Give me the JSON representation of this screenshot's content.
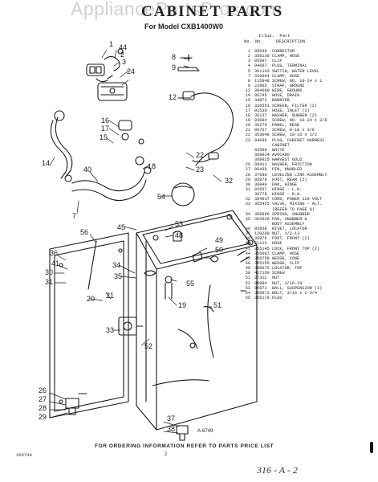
{
  "watermark": "AppliancePartsPros.com",
  "title": "CABINET PARTS",
  "subtitle": "For Model CXB1400W0",
  "parts_header": {
    "illus_label": "Illus.",
    "part_label": "Part",
    "no_label": "No.",
    "no2_label": "No.",
    "description_label": "DESCRIPTION"
  },
  "parts": [
    {
      "illus": "1",
      "part": "95648",
      "description": "CONNECTOR"
    },
    {
      "illus": "2",
      "part": "356138",
      "description": "CLAMP, HOSE"
    },
    {
      "illus": "3",
      "part": "95997",
      "description": "CLIP"
    },
    {
      "illus": "4",
      "part": "94697",
      "description": "PLUG, TERMINAL"
    },
    {
      "illus": "5",
      "part": "361143",
      "description": "SWITCH, WATER LEVEL"
    },
    {
      "illus": "7",
      "part": "310094",
      "description": "CLAMP, HOSE"
    },
    {
      "illus": "8",
      "part": "115848",
      "description": "SCREW, NO. 10-24 x 1"
    },
    {
      "illus": "9",
      "part": "22965",
      "description": "STRAP, GROUND"
    },
    {
      "illus": "12",
      "part": "364089",
      "description": "WIRE, GROUND"
    },
    {
      "illus": "14",
      "part": "96745",
      "description": "HOSE, DRAIN"
    },
    {
      "illus": "15",
      "part": "34872",
      "description": "BARRIER"
    },
    {
      "illus": "16",
      "part": "336551",
      "description": "SCREEN, FILTER (2)"
    },
    {
      "illus": "17",
      "part": "91539",
      "description": "HOSE, INLET (2)"
    },
    {
      "illus": "18",
      "part": "36137",
      "description": "WASHER, RUBBER (2)"
    },
    {
      "illus": "19",
      "part": "93684",
      "description": "SCREW, NO. 10-24 x 3/8"
    },
    {
      "illus": "20",
      "part": "35279",
      "description": "PANEL, REAR"
    },
    {
      "illus": "21",
      "part": "90767",
      "description": "SCREW, 8-18 x 3/8"
    },
    {
      "illus": "22",
      "part": "353648",
      "description": "SCREW, 10-16 x 1/2"
    },
    {
      "illus": "23",
      "part": "94696",
      "description": "PLUG, CABINET HARNESS"
    },
    {
      "illus": "",
      "part": "",
      "description": "CABINET"
    },
    {
      "illus": "",
      "part": "93566",
      "description": "WHITE"
    },
    {
      "illus": "",
      "part": "369924",
      "description": "AVOCADO"
    },
    {
      "illus": "",
      "part": "369925",
      "description": "HARVEST GOLD"
    },
    {
      "illus": "26",
      "part": "99411",
      "description": "WASHER, FRICTION"
    },
    {
      "illus": "27",
      "part": "98439",
      "description": "PIN, KNURLED"
    },
    {
      "illus": "28",
      "part": "37680",
      "description": "LEVELING LINK ASSEMBLY"
    },
    {
      "illus": "29",
      "part": "95878",
      "description": "FOOT, REAR (2)"
    },
    {
      "illus": "30",
      "part": "38849",
      "description": "PAD, HINGE"
    },
    {
      "illus": "31",
      "part": "92657",
      "description": "HINGE - L.H."
    },
    {
      "illus": "",
      "part": "38778",
      "description": "HINGE - R.H."
    },
    {
      "illus": "32",
      "part": "384837",
      "description": "CORD, POWER 120 VOLT"
    },
    {
      "illus": "33",
      "part": "365425",
      "description": "VALVE, MIXING - ALT."
    },
    {
      "illus": "",
      "part": "",
      "description": "(REFER TO PAGE 9)"
    },
    {
      "illus": "34",
      "part": "356866",
      "description": "SPRING, SNUBBER"
    },
    {
      "illus": "35",
      "part": "363626",
      "description": "PAD, SNUBBER &"
    },
    {
      "illus": "",
      "part": "",
      "description": "BODY ASSEMBLY"
    },
    {
      "illus": "36",
      "part": "95858",
      "description": "RIVET, LOCATOR"
    },
    {
      "illus": "37",
      "part": "120288",
      "description": "NUT, 1/2-13"
    },
    {
      "illus": "38",
      "part": "35876",
      "description": "FOOT, FRONT (2)"
    },
    {
      "illus": "40",
      "part": "21114",
      "description": "HOSE"
    },
    {
      "illus": "41",
      "part": "355145",
      "description": "LOCK, FRONT TOP (2)"
    },
    {
      "illus": "44",
      "part": "355097",
      "description": "CLAMP, HOSE"
    },
    {
      "illus": "45",
      "part": "356758",
      "description": "WEDGE, CONE"
    },
    {
      "illus": "48",
      "part": "355155",
      "description": "WEDGE, CLIP"
    },
    {
      "illus": "49",
      "part": "356675",
      "description": "LOCATOR, TOP"
    },
    {
      "illus": "50",
      "part": "427169",
      "description": "SCREW"
    },
    {
      "illus": "51",
      "part": "27312",
      "description": "NUT"
    },
    {
      "illus": "52",
      "part": "99884",
      "description": "NUT, 3/16-18"
    },
    {
      "illus": "53",
      "part": "95671",
      "description": "BALL, SUSPENSION (3)"
    },
    {
      "illus": "54",
      "part": "356673",
      "description": "BOLT, 3/16 x 2-3/4"
    },
    {
      "illus": "55",
      "part": "365179",
      "description": "PLUG"
    }
  ],
  "callouts": [
    "1",
    "2",
    "3",
    "44",
    "24",
    "8",
    "9",
    "12",
    "16",
    "17",
    "15",
    "14",
    "40",
    "7",
    "18",
    "22",
    "23",
    "32",
    "54",
    "45",
    "56",
    "53",
    "48",
    "49",
    "50",
    "55",
    "36",
    "41",
    "30",
    "31",
    "34",
    "35",
    "21",
    "20",
    "19",
    "51",
    "33",
    "52",
    "26",
    "27",
    "28",
    "29",
    "37",
    "38"
  ],
  "art_number": "A-6749",
  "footer_note": "FOR ORDERING INFORMATION REFER TO PARTS PRICE LIST",
  "catalog_number": "356749",
  "page_number": "2",
  "handwritten_note": "316 - A - 2"
}
